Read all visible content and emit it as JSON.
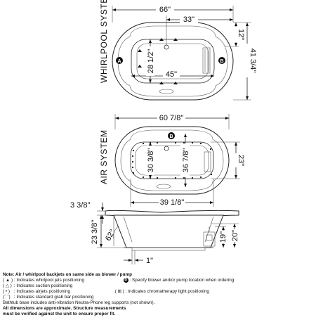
{
  "whirlpool": {
    "label": "WHIRLPOOL SYSTEM",
    "dims": {
      "width": "66\"",
      "top_offset": "33\"",
      "small": "12\"",
      "depth": "41 3/4\"",
      "inner_w": "45\"",
      "inner_h": "28 1/2\""
    },
    "markers": {
      "a": "A",
      "b": "B"
    }
  },
  "air": {
    "label": "AIR SYSTEM",
    "dims": {
      "width": "60 7/8\"",
      "bottom": "39 1/8\"",
      "depth": "23\"",
      "inner_left": "30 3/8\"",
      "inner_right": "36 7/8\""
    },
    "markers": {
      "b": "B"
    }
  },
  "side": {
    "dims": {
      "rim": "3 3/8\"",
      "height": "23 3/8\"",
      "angle": "62°",
      "h20": "20\"",
      "h19": "19\"",
      "base": "1\""
    }
  },
  "notes": {
    "line1": "Note: Air / whirlpool backjets on same side as blower / pump",
    "l2_sym": "( ▲ )",
    "l2_text": ": Indicates whirlpool jets positioning",
    "l2_right_marker": "B",
    "l2_right_text": ": Specify blower and/or pump location when ordering",
    "l3_sym": "( △ )",
    "l3_text": ": Indicates suction positioning",
    "l4_sym": "( • )",
    "l4_text": ": Indicates airjets positioning",
    "l4_right_sym": "( ⊞ )",
    "l4_right_text": ": Indicates chromatherapy light positioning",
    "l5_sym": "(⌒)",
    "l5_text": ": Indicates standard grab bar positioning",
    "line6": "Bathtub base includes anti-vibration Neutra-Phone leg supports (not shown).",
    "line7": "All dimensions are approximate. Structure measurements",
    "line8": "must be verified against the unit to ensure proper fit."
  }
}
